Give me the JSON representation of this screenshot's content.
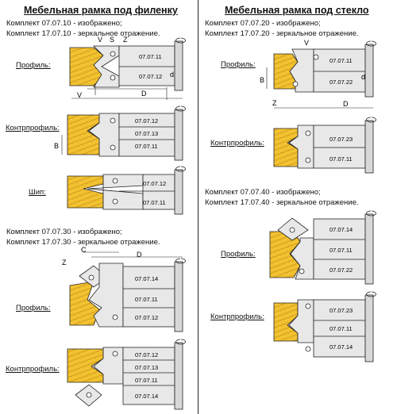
{
  "left": {
    "title": "Мебельная рамка под филенку",
    "kit1_line1": "Комплект  07.07.10 - изображено;",
    "kit1_line2": "Комплект  17.07.10 - зеркальное отражение.",
    "kit2_line1": "Комплект  07.07.30 - изображено;",
    "kit2_line2": "Комплект  17.07.30 - зеркальное отражение.",
    "label_profile1": "Профиль:",
    "label_counter1": "Контрпрофиль:",
    "label_spike": "Шип:",
    "label_profile2": "Профиль:",
    "label_counter2": "Контрпрофиль:"
  },
  "right": {
    "title": "Мебельная рамка под стекло",
    "kit1_line1": "Комплект  07.07.20 - изображено;",
    "kit1_line2": "Комплект  17.07.20 - зеркальное отражение.",
    "kit2_line1": "Комплект  07.07.40 - изображено;",
    "kit2_line2": "Комплект  17.07.40 - зеркальное отражение.",
    "label_profile1": "Профиль:",
    "label_counter1": "Контрпрофиль:",
    "label_profile2": "Профиль:",
    "label_counter2": "Контрпрофиль:"
  },
  "dims": {
    "V": "V",
    "S": "S",
    "Z": "Z",
    "d": "d",
    "D": "D",
    "B": "B",
    "C": "C"
  },
  "codes": {
    "c11": "07.07.11",
    "c12": "07.07.12",
    "c13": "07.07.13",
    "c14": "07.07.14",
    "c22": "07.07.22",
    "c23": "07.07.23"
  },
  "colors": {
    "wood": "#f2c230",
    "wood_grain": "#c8901a",
    "steel": "#e8e8e8",
    "steel_dark": "#bdbdbd",
    "outline": "#222222"
  }
}
